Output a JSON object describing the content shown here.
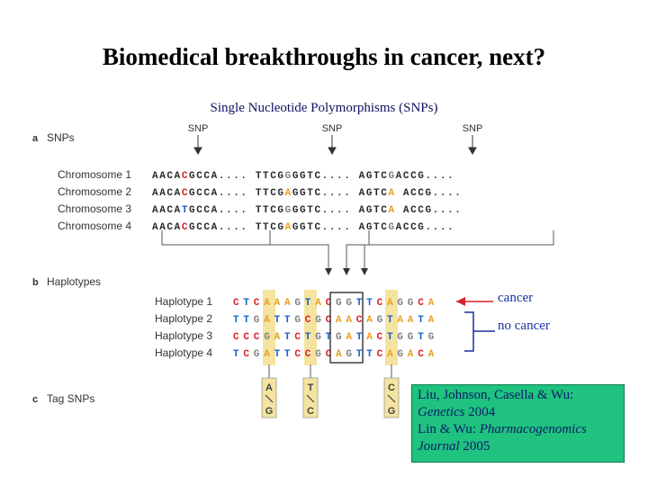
{
  "title": "Biomedical breakthroughs in cancer, next?",
  "figure_title": "Single Nucleotide Polymorphisms (SNPs)",
  "sections": {
    "a": {
      "letter": "a",
      "label": "SNPs"
    },
    "b": {
      "letter": "b",
      "label": "Haplotypes"
    },
    "c": {
      "letter": "c",
      "label": "Tag SNPs"
    }
  },
  "snp_marker": "SNP",
  "chromosomes": [
    {
      "label": "Chromosome 1",
      "segments": [
        "AACA",
        "C",
        "GCCA....",
        " TTCG",
        "G",
        "GGTC....",
        " AGTC",
        "G",
        "ACCG...."
      ]
    },
    {
      "label": "Chromosome 2",
      "segments": [
        "AACA",
        "C",
        "GCCA....",
        " TTCG",
        "A",
        "GGTC....",
        " AGTC",
        "A",
        " ACCG...."
      ]
    },
    {
      "label": "Chromosome 3",
      "segments": [
        "AACA",
        "T",
        "GCCA....",
        " TTCG",
        "G",
        "GGTC....",
        " AGTC",
        "A",
        " ACCG...."
      ]
    },
    {
      "label": "Chromosome 4",
      "segments": [
        "AACA",
        "C",
        "GCCA....",
        " TTCG",
        "A",
        "GGTC....",
        " AGTC",
        "G",
        "ACCG...."
      ]
    }
  ],
  "haplotypes": [
    {
      "label": "Haplotype 1",
      "sequence": "CTCAAAGTACGGTTCAGGCA"
    },
    {
      "label": "Haplotype 2",
      "sequence": "TTGATTGCGCAACAGTAATA"
    },
    {
      "label": "Haplotype 3",
      "sequence": "CCCGATCTGTGATACTGGTG"
    },
    {
      "label": "Haplotype 4",
      "sequence": "TCGATTCCGCAGTTCAGACA"
    }
  ],
  "tag_snps": [
    {
      "top": "A",
      "bottom": "G"
    },
    {
      "top": "T",
      "bottom": "C"
    },
    {
      "top": "C",
      "bottom": "G"
    }
  ],
  "notes": {
    "cancer": "cancer",
    "no_cancer": "no cancer"
  },
  "citation": {
    "line1": "Liu, Johnson, Casella & Wu:",
    "line2_journal": "Genetics",
    "line2_year": " 2004",
    "line3_authors": "Lin & Wu: ",
    "line3_journal": "Pharmacogenomics",
    "line4_journal": "Journal",
    "line4_year": " 2005"
  },
  "colors": {
    "A": "#e8a020",
    "C": "#d8202a",
    "G": "#808080",
    "T": "#1060c8",
    "chromosome_text": "#2a2a2a",
    "highlight": "#f4e4a0",
    "note_text": "#1a2fa0",
    "citation_bg": "#1fc27f",
    "arrow_red": "#d8202a",
    "bracket_blue": "#1a2fa0"
  }
}
